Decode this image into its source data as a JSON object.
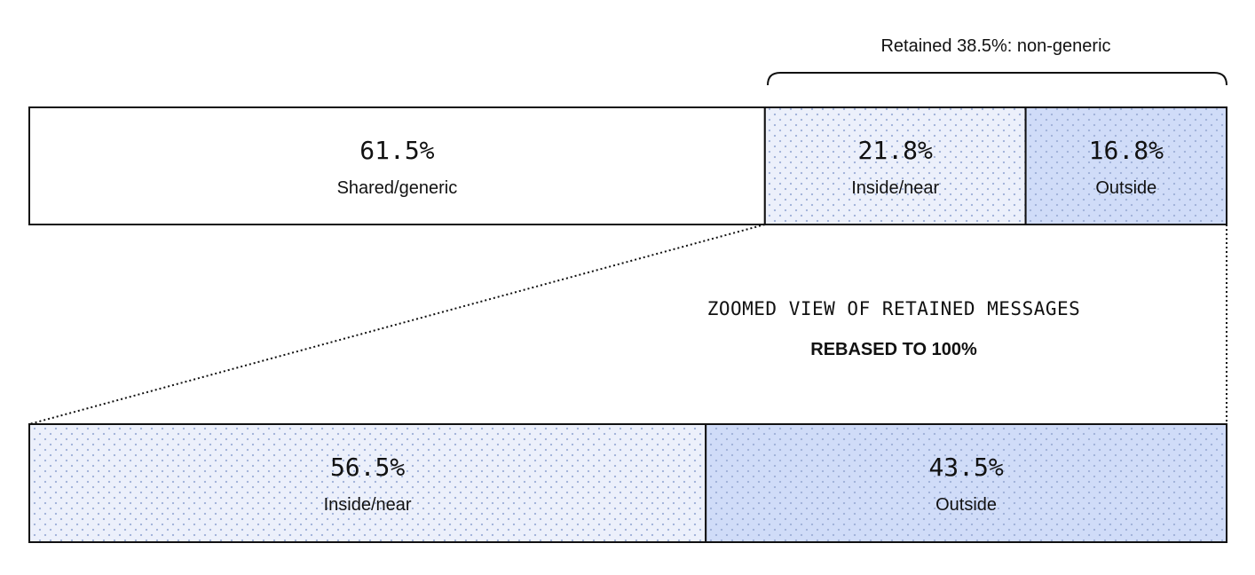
{
  "colors": {
    "shared": "#ffffff",
    "inside": "#ecf0fb",
    "outside": "#d0dcf8",
    "dot": "#9fb0d8",
    "stroke": "#111111"
  },
  "brace_label": "Retained 38.5%: non-generic",
  "zoom_note": {
    "title": "ZOOMED VIEW OF RETAINED MESSAGES",
    "subtitle": "REBASED TO 100%"
  },
  "chart_data": [
    {
      "type": "bar",
      "orientation": "horizontal-stacked",
      "segments": [
        {
          "value": 61.5,
          "value_label": "61.5%",
          "label": "Shared/generic",
          "color": "#ffffff",
          "pattern": "none"
        },
        {
          "value": 21.8,
          "value_label": "21.8%",
          "label": "Inside/near",
          "color": "#ecf0fb",
          "pattern": "dots"
        },
        {
          "value": 16.8,
          "value_label": "16.8%",
          "label": "Outside",
          "color": "#d0dcf8",
          "pattern": "dots"
        }
      ]
    },
    {
      "type": "bar",
      "orientation": "horizontal-stacked",
      "segments": [
        {
          "value": 56.5,
          "value_label": "56.5%",
          "label": "Inside/near",
          "color": "#ecf0fb",
          "pattern": "dots"
        },
        {
          "value": 43.5,
          "value_label": "43.5%",
          "label": "Outside",
          "color": "#d0dcf8",
          "pattern": "dots"
        }
      ]
    }
  ]
}
